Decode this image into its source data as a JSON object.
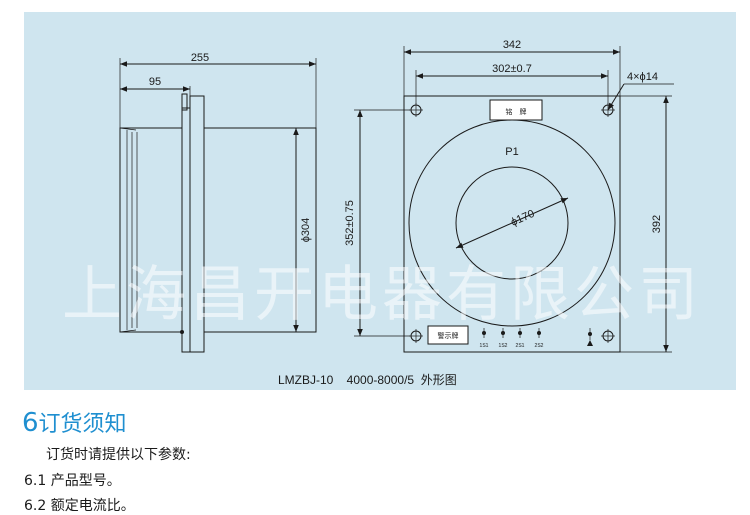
{
  "drawing": {
    "dims": {
      "side_total": "255",
      "side_short": "95",
      "side_height": "ϕ304",
      "front_width": "342",
      "front_hole_span": "302±0.7",
      "holes": "4×ϕ14",
      "front_hole_vspan": "352±0.75",
      "front_height": "392",
      "inner_dia": "ϕ170"
    },
    "p1_label": "P1",
    "nameplate_label": "铭　牌",
    "warning_label": "警示牌",
    "terminals": [
      "1S1",
      "1S2",
      "2S1",
      "2S2"
    ],
    "caption": "LMZBJ-10    4000-8000/5  外形图"
  },
  "watermark": "上海昌开电器有限公司",
  "section": {
    "number": "6",
    "title": "订货须知",
    "intro": "订货时请提供以下参数:",
    "items": [
      "6.1 产品型号。",
      "6.2 额定电流比。"
    ]
  }
}
